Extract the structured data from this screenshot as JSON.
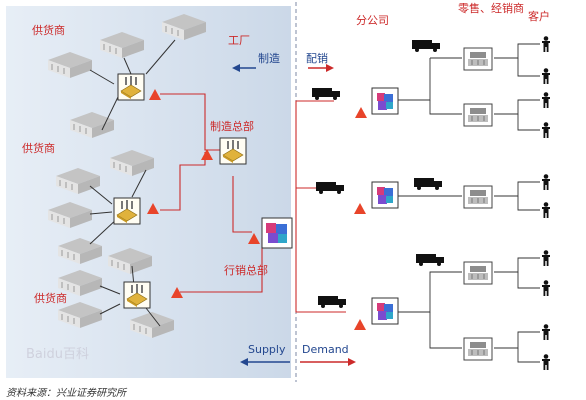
{
  "labels": {
    "factory": "工厂",
    "branch": "分公司",
    "retail": "零售、经销商",
    "customer": "客户",
    "supplier_top": "供货商",
    "supplier_mid": "供货商",
    "supplier_bottom": "供货商",
    "manufacturing_hq": "制造总部",
    "marketing_hq": "行销总部",
    "make": "制造",
    "distribute": "配销",
    "supply": "Supply",
    "demand": "Demand",
    "source": "资料来源：兴业证券研究所",
    "watermark": "Baidu百科"
  },
  "colors": {
    "background": "#ffffff",
    "flow_line": "#cc2a2a",
    "arrow_red": "#e8442a",
    "arrow_blue": "#23478f",
    "factory_panel": "#d8e3ef",
    "divider": "#7d8aa6"
  },
  "icons": {
    "supplier": "warehouse-icon",
    "factory": "factory-icon",
    "hq": "distribution-center-icon",
    "transport": "truck-icon",
    "store": "cash-register-icon",
    "customer": "person-icon"
  }
}
